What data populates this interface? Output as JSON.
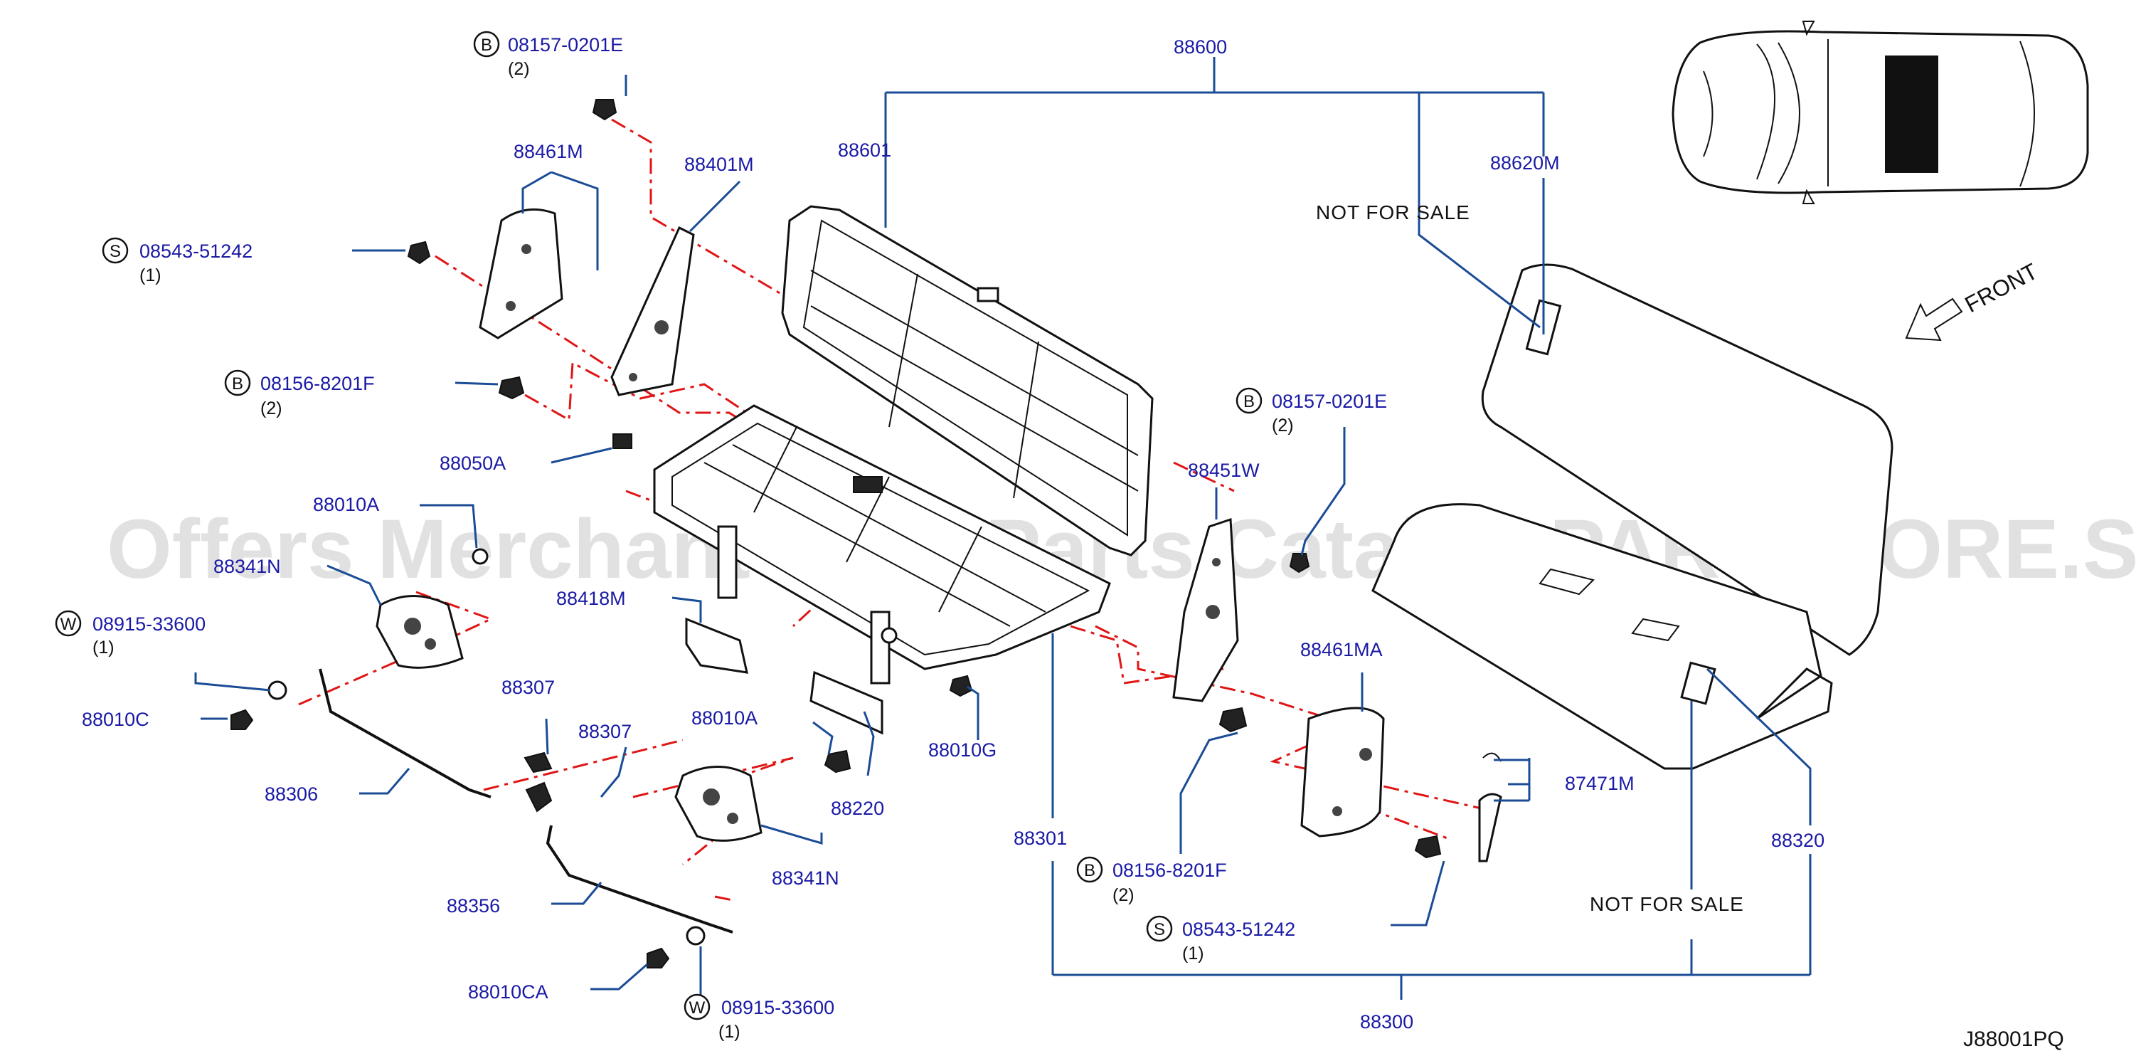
{
  "diagram_code": "J88001PQ",
  "front_label": "FRONT",
  "watermark": "Offers Merchant Auto Parts Catalog PARTSTORE.SA",
  "not_for_sale": "NOT  FOR  SALE",
  "callouts": {
    "p88600": "88600",
    "p88601": "88601",
    "p88620M": "88620M",
    "p88401M": "88401M",
    "p88461M": "88461M",
    "p88050A": "88050A",
    "p88010A_top": "88010A",
    "p88341N_top": "88341N",
    "p88010C": "88010C",
    "p88306": "88306",
    "p88307_a": "88307",
    "p88307_b": "88307",
    "p88418M": "88418M",
    "p88010A_mid": "88010A",
    "p88220": "88220",
    "p88010G": "88010G",
    "p88341N": "88341N",
    "p88356": "88356",
    "p88010CA": "88010CA",
    "p88301": "88301",
    "p88300": "88300",
    "p88451W": "88451W",
    "p88461MA": "88461MA",
    "p87471M": "87471M",
    "p88320": "88320"
  },
  "fasteners": [
    {
      "letter": "B",
      "part": "08157-0201E",
      "qty": "(2)"
    },
    {
      "letter": "S",
      "part": "08543-51242",
      "qty": "(1)"
    },
    {
      "letter": "B",
      "part": "08156-8201F",
      "qty": "(2)"
    },
    {
      "letter": "W",
      "part": "08915-33600",
      "qty": "(1)"
    },
    {
      "letter": "B",
      "part": "08157-0201E",
      "qty": "(2)"
    },
    {
      "letter": "B",
      "part": "08156-8201F",
      "qty": "(2)"
    },
    {
      "letter": "S",
      "part": "08543-51242",
      "qty": "(1)"
    },
    {
      "letter": "W",
      "part": "08915-33600",
      "qty": "(1)"
    }
  ]
}
